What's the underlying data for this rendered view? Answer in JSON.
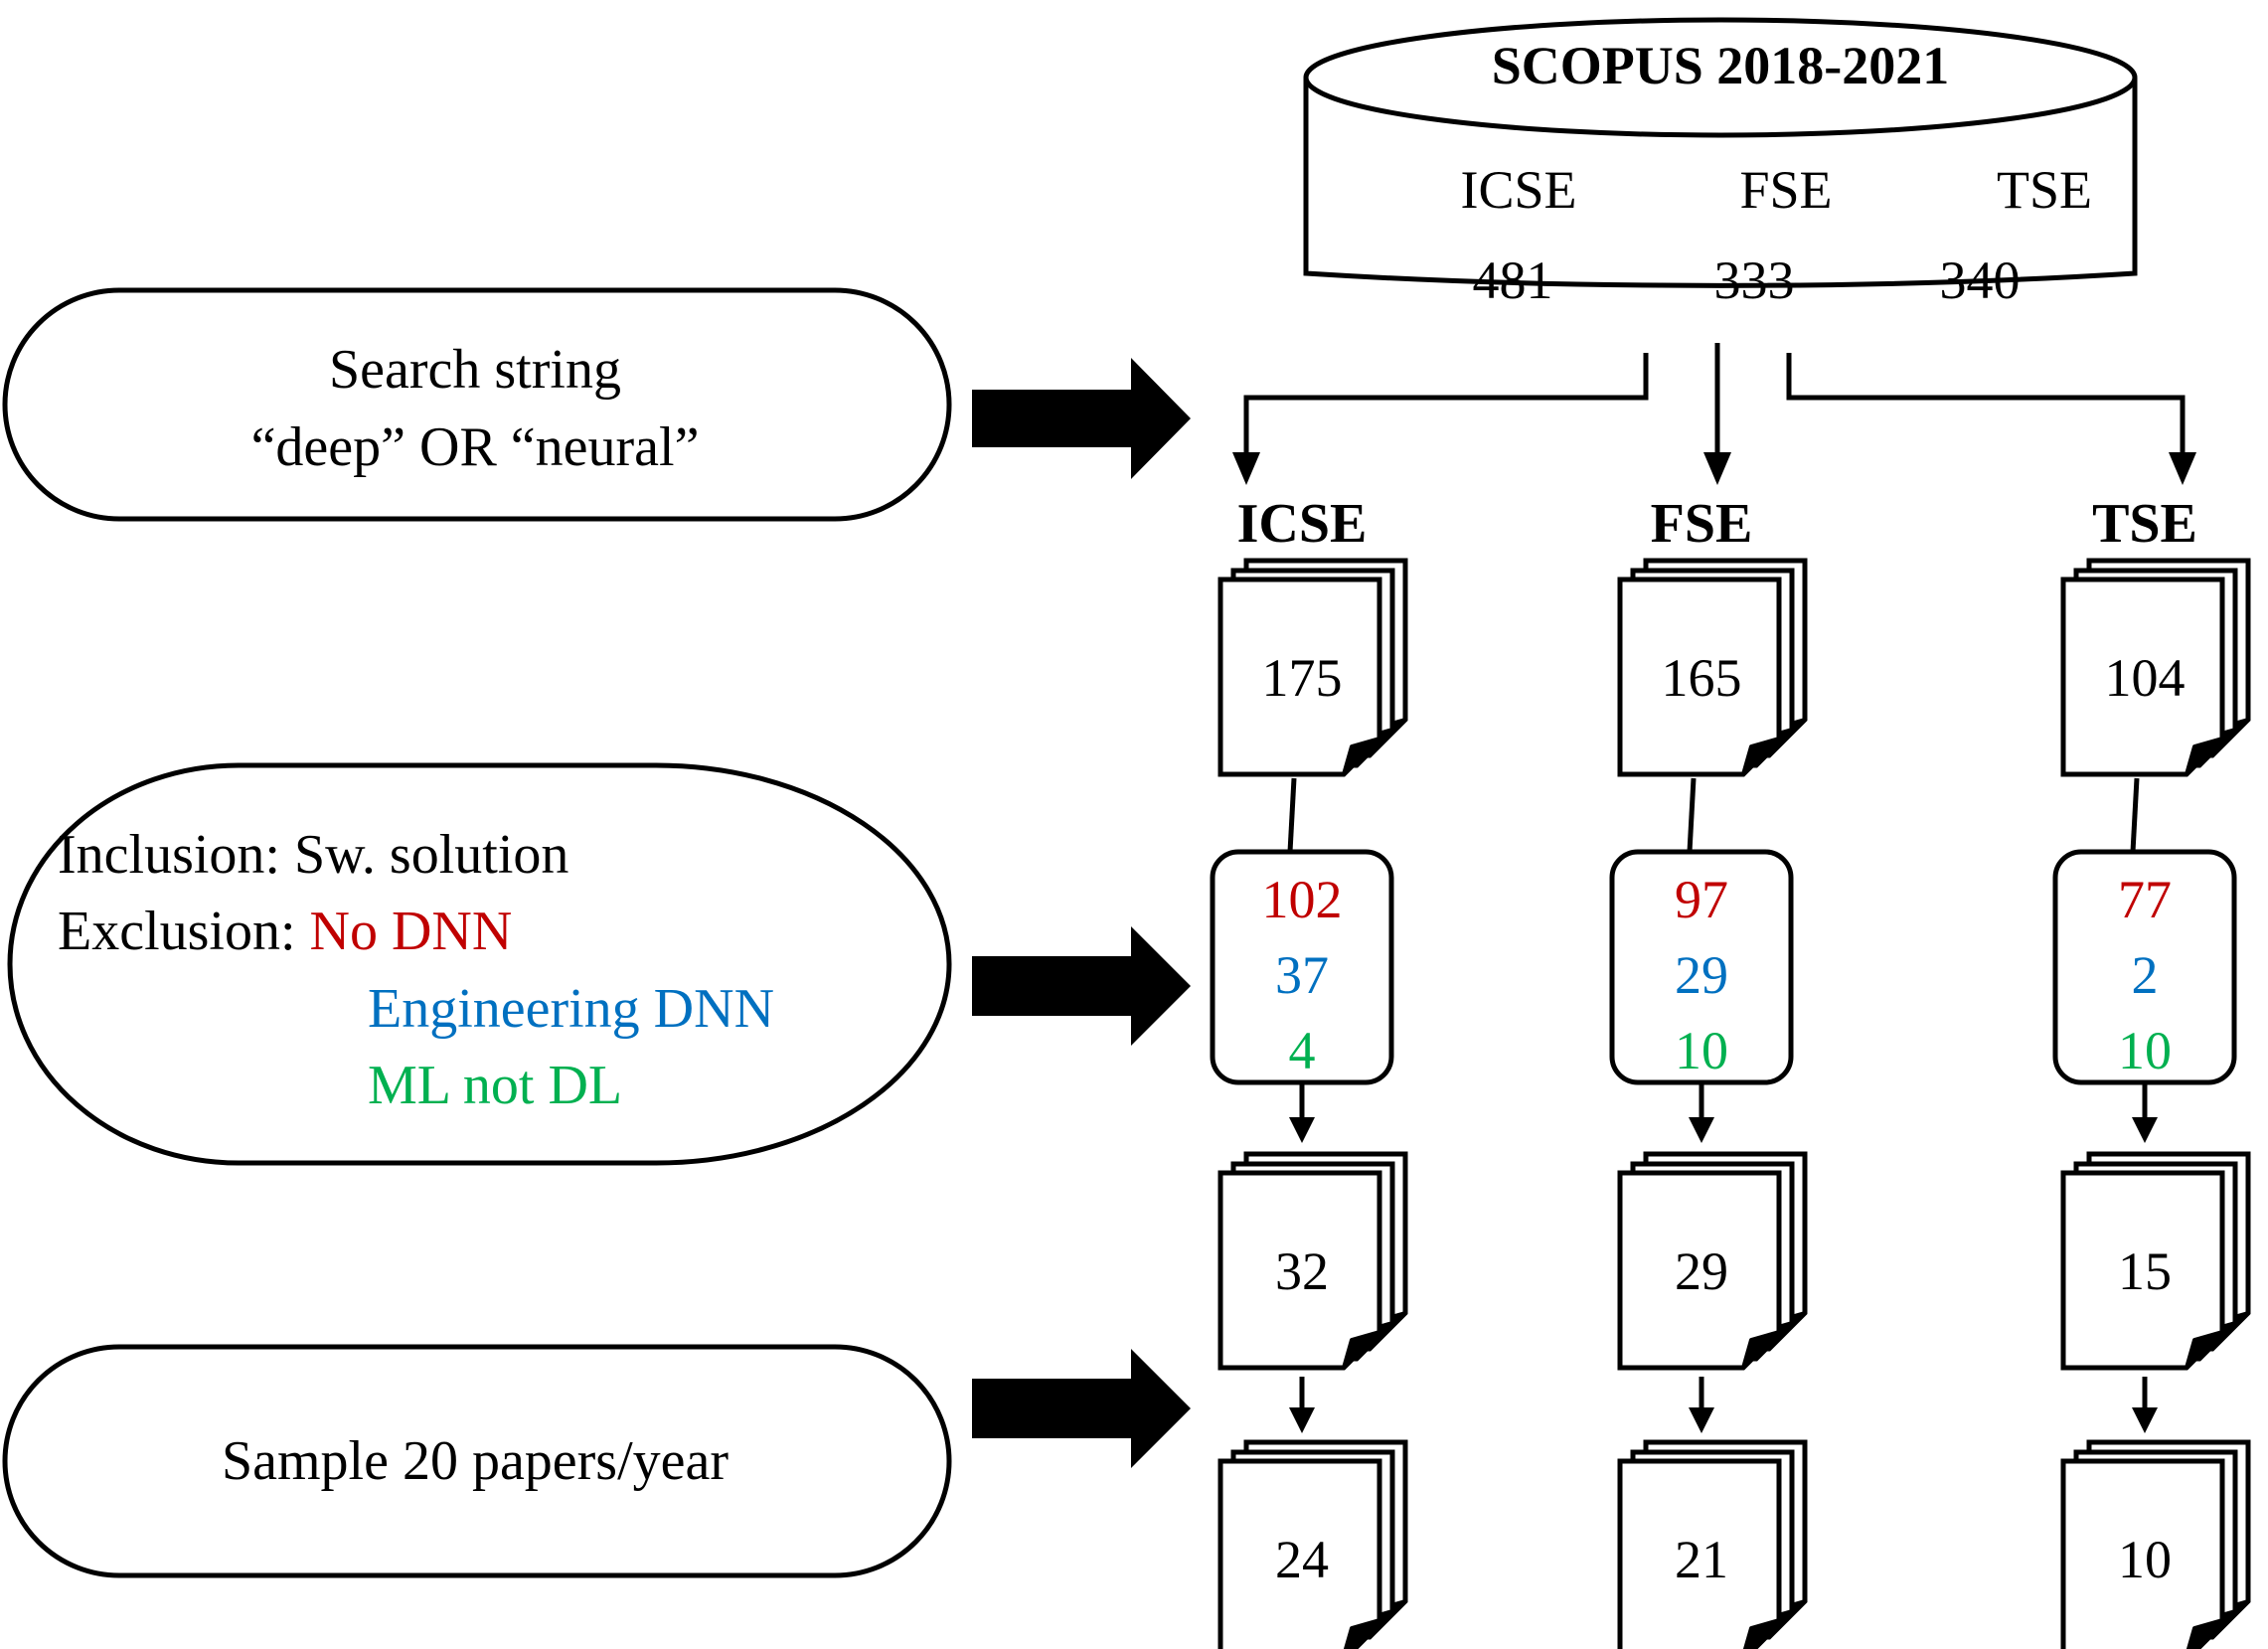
{
  "database": {
    "title": "SCOPUS 2018-2021",
    "venues": [
      "ICSE",
      "FSE",
      "TSE"
    ],
    "counts": [
      "481",
      "333",
      "340"
    ]
  },
  "steps": {
    "search": {
      "line1": "Search string",
      "line2": "“deep” OR “neural”"
    },
    "criteria": {
      "inclusion": "Inclusion: Sw. solution",
      "exclusion_prefix": "Exclusion: ",
      "exclusion_1": "No DNN",
      "exclusion_2": "Engineering DNN",
      "exclusion_3": "ML not DL"
    },
    "sampling": {
      "label": "Sample 20 papers/year"
    }
  },
  "colors": {
    "no_dnn": "#c00000",
    "engineering_dnn": "#0070c0",
    "ml_not_dl": "#00b050"
  },
  "columns": [
    {
      "venue": "ICSE",
      "retrieved": "175",
      "excluded": {
        "no_dnn": "102",
        "engineering_dnn": "37",
        "ml_not_dl": "4"
      },
      "included": "32",
      "sampled": "24"
    },
    {
      "venue": "FSE",
      "retrieved": "165",
      "excluded": {
        "no_dnn": "97",
        "engineering_dnn": "29",
        "ml_not_dl": "10"
      },
      "included": "29",
      "sampled": "21"
    },
    {
      "venue": "TSE",
      "retrieved": "104",
      "excluded": {
        "no_dnn": "77",
        "engineering_dnn": "2",
        "ml_not_dl": "10"
      },
      "included": "15",
      "sampled": "10"
    }
  ]
}
